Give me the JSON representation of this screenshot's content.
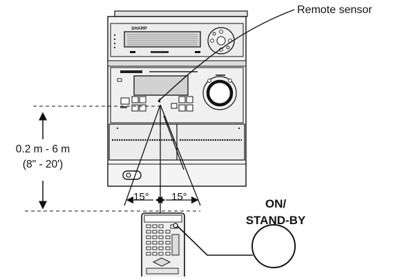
{
  "brand": "SHARP",
  "labels": {
    "remote_sensor": "Remote sensor",
    "distance_metric": "0.2 m - 6 m",
    "distance_imperial": "(8\" - 20')",
    "angle_left": "15°",
    "angle_right": "15°",
    "button_line1": "ON/",
    "button_line2": "STAND-BY"
  },
  "colors": {
    "line": "#111111",
    "unit_fill": "#f4f4f4",
    "panel_fill": "#ececec",
    "dark_fill": "#c8c8c8"
  }
}
